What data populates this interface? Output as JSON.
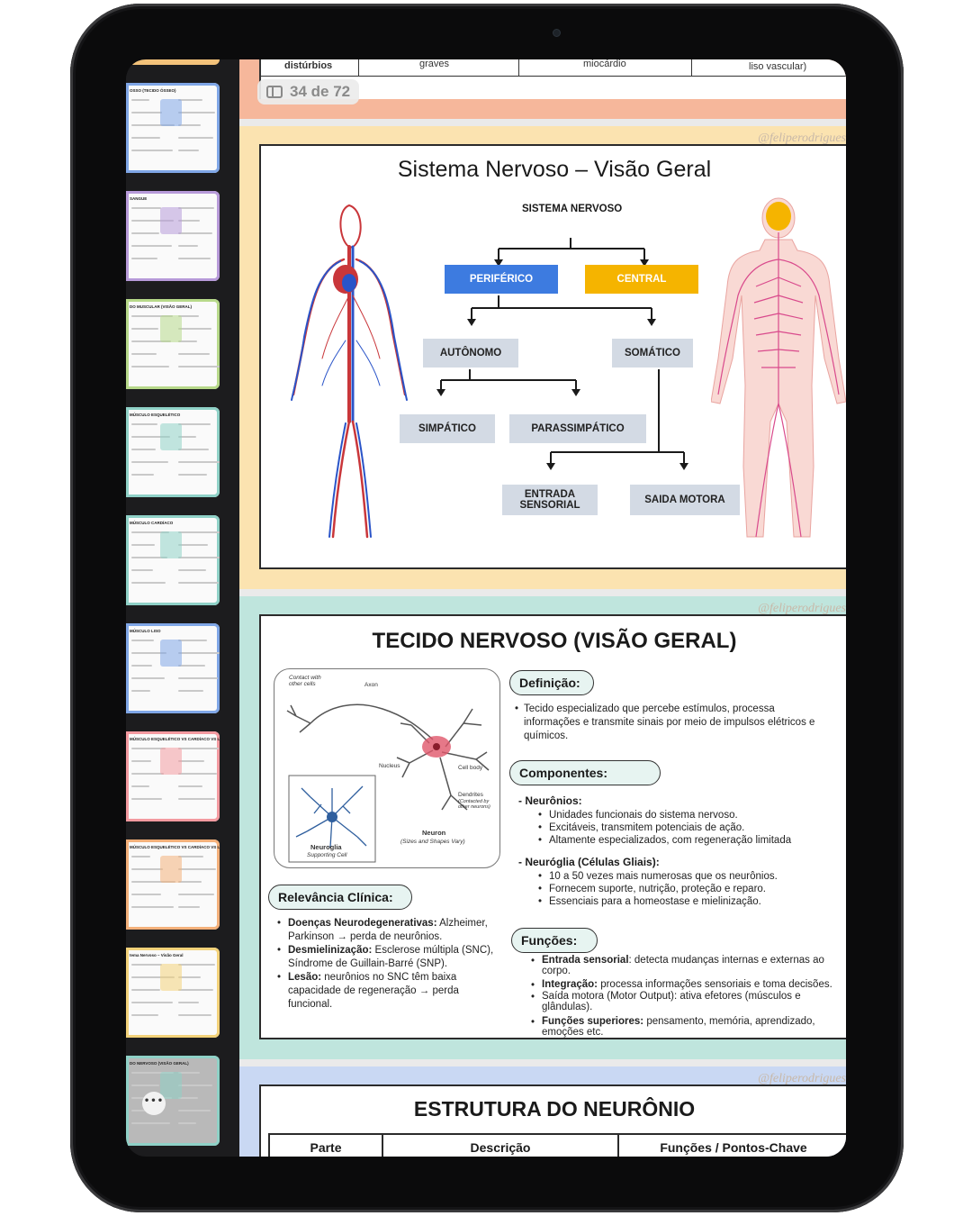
{
  "viewer": {
    "page_counter": "34 de 72"
  },
  "sidebar": {
    "thumbnails": [
      {
        "title": "OSSO (TECIDO ÓSSEO)",
        "color": "#7fa6e6"
      },
      {
        "title": "SANGUE",
        "color": "#b79ad9"
      },
      {
        "title": "DO MUSCULAR (VISÃO GERAL)",
        "color": "#b7d98a"
      },
      {
        "title": "MÚSCULO ESQUELÉTICO",
        "color": "#8fd1c7"
      },
      {
        "title": "MÚSCULO CARDÍACO",
        "color": "#8fd1c7"
      },
      {
        "title": "MÚSCULO LISO",
        "color": "#7fa6e6"
      },
      {
        "title": "MÚSCULO ESQUELÉTICO VS CARDÍACO VS LISO",
        "color": "#f39aa0"
      },
      {
        "title": "MÚSCULO ESQUELÉTICO VS CARDÍACO VS LISO",
        "color": "#f3b07a"
      },
      {
        "title": "tema Nervoso – Visão Geral",
        "color": "#f3d27a"
      },
      {
        "title": "DO NERVOSO (VISÃO GERAL)",
        "color": "#8fd1c7"
      }
    ],
    "more_label": "•••"
  },
  "prev_page": {
    "cells": [
      "distúrbios",
      "graves",
      "miocárdio",
      "liso vascular)"
    ]
  },
  "page_nervoso": {
    "watermark": "@feliperodrigues",
    "title": "Sistema Nervoso – Visão Geral",
    "root": "SISTEMA NERVOSO",
    "periferico": "PERIFÉRICO",
    "central": "CENTRAL",
    "autonomo": "AUTÔNOMO",
    "somatico": "SOMÁTICO",
    "simpatico": "SIMPÁTICO",
    "parassimpatico": "PARASSIMPÁTICO",
    "entrada_sensorial": "ENTRADA SENSORIAL",
    "saida_motora": "SAIDA MOTORA",
    "colors": {
      "periferico": "#3d7be0",
      "central": "#f5b400",
      "frame": "#fbe3b0"
    }
  },
  "page_tecido": {
    "watermark": "@feliperodrigues",
    "title": "TECIDO NERVOSO (VISÃO GERAL)",
    "diagram": {
      "contact": "Contact with other cells",
      "axon": "Axon",
      "nucleus": "Nucleus",
      "cell_body": "Cell body",
      "dendrites": "Dendrites",
      "dendrites_note": "(Contacted by other neurons)",
      "neuron": "Neuron",
      "neuron_note": "(Sizes and Shapes Vary)",
      "neuroglia": "Neuroglia",
      "neuroglia_note": "Supporting Cell"
    },
    "definicao_label": "Definição:",
    "definicao_text": "Tecido especializado que percebe estímulos, processa informações e transmite sinais por meio de impulsos elétricos e químicos.",
    "componentes_label": "Componentes:",
    "neuronios_label": "- Neurônios:",
    "neuronios": [
      "Unidades funcionais do sistema nervoso.",
      "Excitáveis, transmitem potenciais de ação.",
      "Altamente especializados, com regeneração limitada"
    ],
    "neuroglia_label": "- Neuróglia (Células Gliais):",
    "neuroglia": [
      "10 a 50 vezes mais numerosas que os neurônios.",
      "Fornecem suporte, nutrição, proteção e reparo.",
      "Essenciais para a homeostase e mielinização."
    ],
    "relevancia_label": "Relevância Clínica:",
    "relevancia": [
      {
        "bold": "Doenças Neurodegenerativas:",
        "text": " Alzheimer, Parkinson → perda de neurônios."
      },
      {
        "bold": "Desmielinização:",
        "text": " Esclerose múltipla (SNC), Síndrome de Guillain-Barré (SNP)."
      },
      {
        "bold": "Lesão:",
        "text": " neurônios no SNC têm baixa capacidade de regeneração → perda funcional."
      }
    ],
    "funcoes_label": "Funções:",
    "funcoes": [
      {
        "bold": "Entrada sensorial",
        "text": ": detecta mudanças internas e externas ao corpo."
      },
      {
        "bold": "Integração:",
        "text": " processa informações sensoriais e toma decisões."
      },
      {
        "bold": "",
        "text": "Saída motora (Motor Output): ativa efetores (músculos e glândulas)."
      },
      {
        "bold": "Funções superiores:",
        "text": " pensamento, memória, aprendizado, emoções etc."
      }
    ],
    "colors": {
      "frame": "#bfe5dd",
      "pill": "#e7f4f1"
    }
  },
  "page_neuronio": {
    "watermark": "@feliperodrigues",
    "title": "ESTRUTURA DO NEURÔNIO",
    "headers": [
      "Parte",
      "Descrição",
      "Funções / Pontos-Chave"
    ],
    "colors": {
      "frame": "#c9d8f3"
    }
  }
}
